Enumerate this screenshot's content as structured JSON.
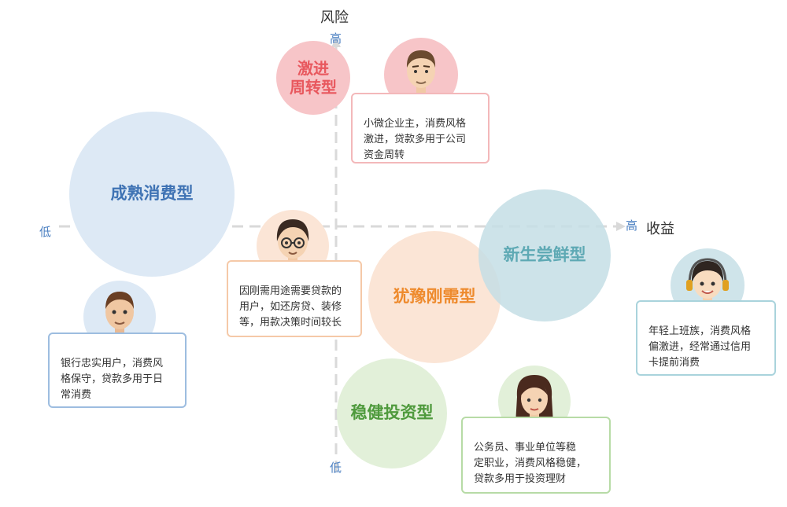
{
  "axes": {
    "y_title": "风险",
    "y_high": "高",
    "y_low": "低",
    "x_title": "收益",
    "x_high": "高",
    "x_low": "低"
  },
  "segments": {
    "aggressive": {
      "label": "激进\n周转型",
      "color": "#f7c5c8",
      "text_color": "#e8585e"
    },
    "mature": {
      "label": "成熟消费型",
      "color": "#dde9f5",
      "text_color": "#3f73b4"
    },
    "hesitant": {
      "label": "犹豫刚需型",
      "color": "#fbe5d6",
      "text_color": "#ee8a2c"
    },
    "newbie": {
      "label": "新生尝鲜型",
      "color": "#cfe4ea",
      "text_color": "#5ea9b4"
    },
    "steady": {
      "label": "稳健投资型",
      "color": "#e2f0d9",
      "text_color": "#4f9a3d"
    }
  },
  "personas": {
    "aggressive": {
      "desc": "小微企业主，消费风格\n激进，贷款多用于公司\n资金周转",
      "border": "#f3b8ba"
    },
    "mature": {
      "desc": "银行忠实用户，消费风\n格保守，贷款多用于日\n常消费",
      "border": "#9dbde0"
    },
    "hesitant": {
      "desc": "因刚需用途需要贷款的\n用户，如还房贷、装修\n等，用款决策时间较长",
      "border": "#f5c9a8"
    },
    "newbie": {
      "desc": "年轻上班族，消费风格\n偏激进，经常通过信用\n卡提前消费",
      "border": "#a9d3dc"
    },
    "steady": {
      "desc": "公务员、事业单位等稳\n定职业，消费风格稳健，\n贷款多用于投资理财",
      "border": "#b7dba6"
    }
  }
}
